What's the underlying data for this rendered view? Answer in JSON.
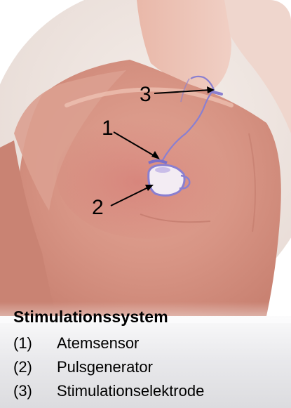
{
  "figure": {
    "callouts": [
      "1",
      "2",
      "3"
    ]
  },
  "caption": {
    "title": "Stimulationssystem",
    "items": [
      {
        "num": "(1)",
        "label": "Atemsensor"
      },
      {
        "num": "(2)",
        "label": "Pulsgenerator"
      },
      {
        "num": "(3)",
        "label": "Stimulationselektrode"
      }
    ]
  }
}
